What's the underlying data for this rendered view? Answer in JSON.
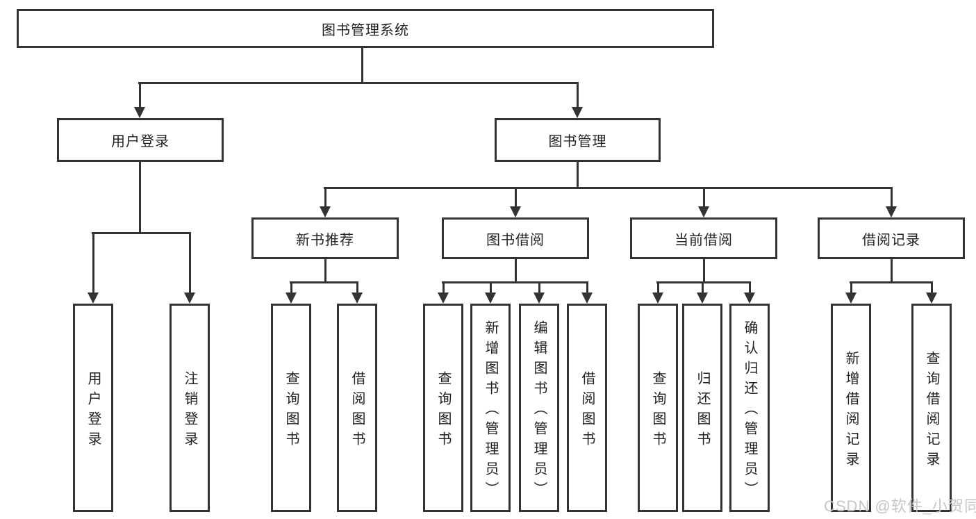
{
  "colors": {
    "background": "#ffffff",
    "line": "#333333",
    "box_border": "#333333",
    "text": "#1f1f1f",
    "watermark": "#c6c6c6"
  },
  "root": {
    "label": "图书管理系统"
  },
  "level1": {
    "user_login": {
      "label": "用户登录"
    },
    "book_management": {
      "label": "图书管理"
    }
  },
  "level2": {
    "new_book_recommendation": {
      "label": "新书推荐"
    },
    "book_borrowing": {
      "label": "图书借阅"
    },
    "current_borrowing": {
      "label": "当前借阅"
    },
    "borrowing_records": {
      "label": "借阅记录"
    }
  },
  "leaves": {
    "user_login": "用户登录",
    "logout": "注销登录",
    "recommend_query_books": "查询图书",
    "recommend_borrow_books": "借阅图书",
    "borrow_query_books": "查询图书",
    "borrow_add_books": "新增图书（管理员）",
    "borrow_edit_books": "编辑图书（管理员）",
    "borrow_borrow_books": "借阅图书",
    "current_query_books": "查询图书",
    "current_return_books": "归还图书",
    "current_confirm_return": "确认归还（管理员）",
    "records_add_record": "新增借阅记录",
    "records_query_record": "查询借阅记录"
  },
  "watermark": "CSDN @软件_小贺同学"
}
